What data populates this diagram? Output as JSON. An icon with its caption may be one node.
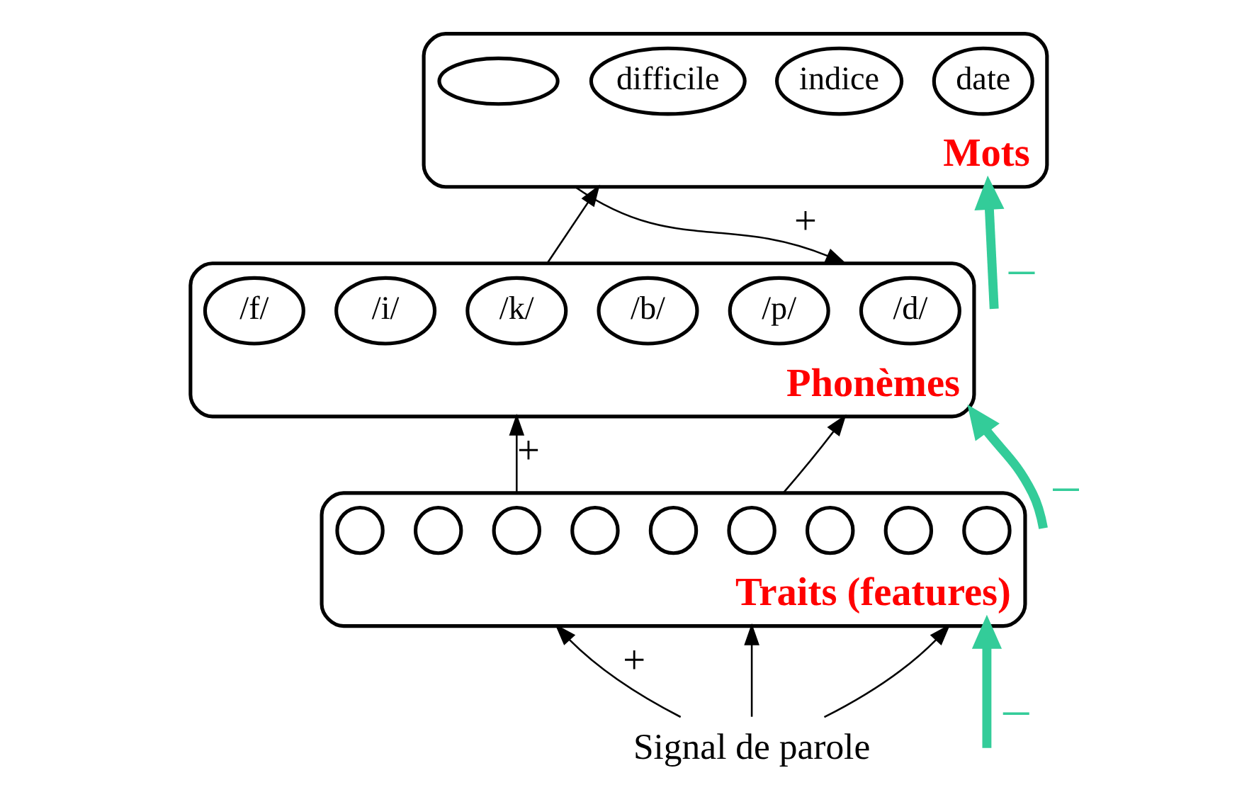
{
  "diagram": {
    "nodes": [
      {
        "text": [
          "Mots"
        ]
      },
      {
        "text": [
          "date"
        ],
        "in": 0
      },
      {
        "text": [
          "indice"
        ],
        "in": 0
      },
      {
        "text": [
          "difficile"
        ],
        "in": 0
      },
      {
        "text": [],
        "shape": "ellipse",
        "in": 0
      },
      {
        "text": [
          "Phonèmes"
        ]
      },
      {
        "text": [
          "/d/"
        ],
        "in": 5
      },
      {
        "text": [
          "/p/"
        ],
        "in": 5
      },
      {
        "text": [
          "/b/"
        ],
        "in": 5
      },
      {
        "text": [
          "/k/"
        ],
        "in": 5
      },
      {
        "text": [
          "/i/"
        ],
        "in": 5
      },
      {
        "text": [
          "/f/"
        ],
        "in": 5
      },
      {
        "text": [
          "Traits (features)"
        ]
      },
      {
        "text": [],
        "shape": "circle",
        "in": 12
      },
      {
        "text": [],
        "shape": "circle",
        "in": 12
      },
      {
        "text": [],
        "shape": "circle",
        "in": 12
      },
      {
        "text": [],
        "shape": "circle",
        "in": 12
      },
      {
        "text": [],
        "shape": "circle",
        "in": 12
      },
      {
        "text": [],
        "shape": "circle",
        "in": 12
      },
      {
        "text": [],
        "shape": "circle",
        "in": 12
      },
      {
        "text": [],
        "shape": "circle",
        "in": 12
      },
      {
        "text": [],
        "shape": "circle",
        "in": 12
      },
      {
        "text": [
          "Signal de parole"
        ]
      }
    ],
    "edges": [
      {
        "from": null,
        "to": 0,
        "arrow": "to",
        "label": "–",
        "style": "thick",
        "color": "#33cc99"
      },
      {
        "from": 0,
        "to": 5,
        "arrow": "to",
        "label": "+"
      },
      {
        "from": 5,
        "to": 0,
        "arrow": "to"
      },
      {
        "from": null,
        "to": 5,
        "arrow": "to",
        "label": "–",
        "style": "thick",
        "color": "#33cc99"
      },
      {
        "from": 12,
        "to": 5,
        "arrow": "to",
        "label": "+"
      },
      {
        "from": 12,
        "to": 5,
        "arrow": "to"
      },
      {
        "from": null,
        "to": 12,
        "arrow": "to",
        "label": "–",
        "style": "thick",
        "color": "#33cc99"
      },
      {
        "from": 22,
        "to": 12,
        "arrow": "to",
        "label": "+"
      },
      {
        "from": 22,
        "to": 12,
        "arrow": "to"
      },
      {
        "from": 22,
        "to": 12,
        "arrow": "to"
      }
    ]
  }
}
